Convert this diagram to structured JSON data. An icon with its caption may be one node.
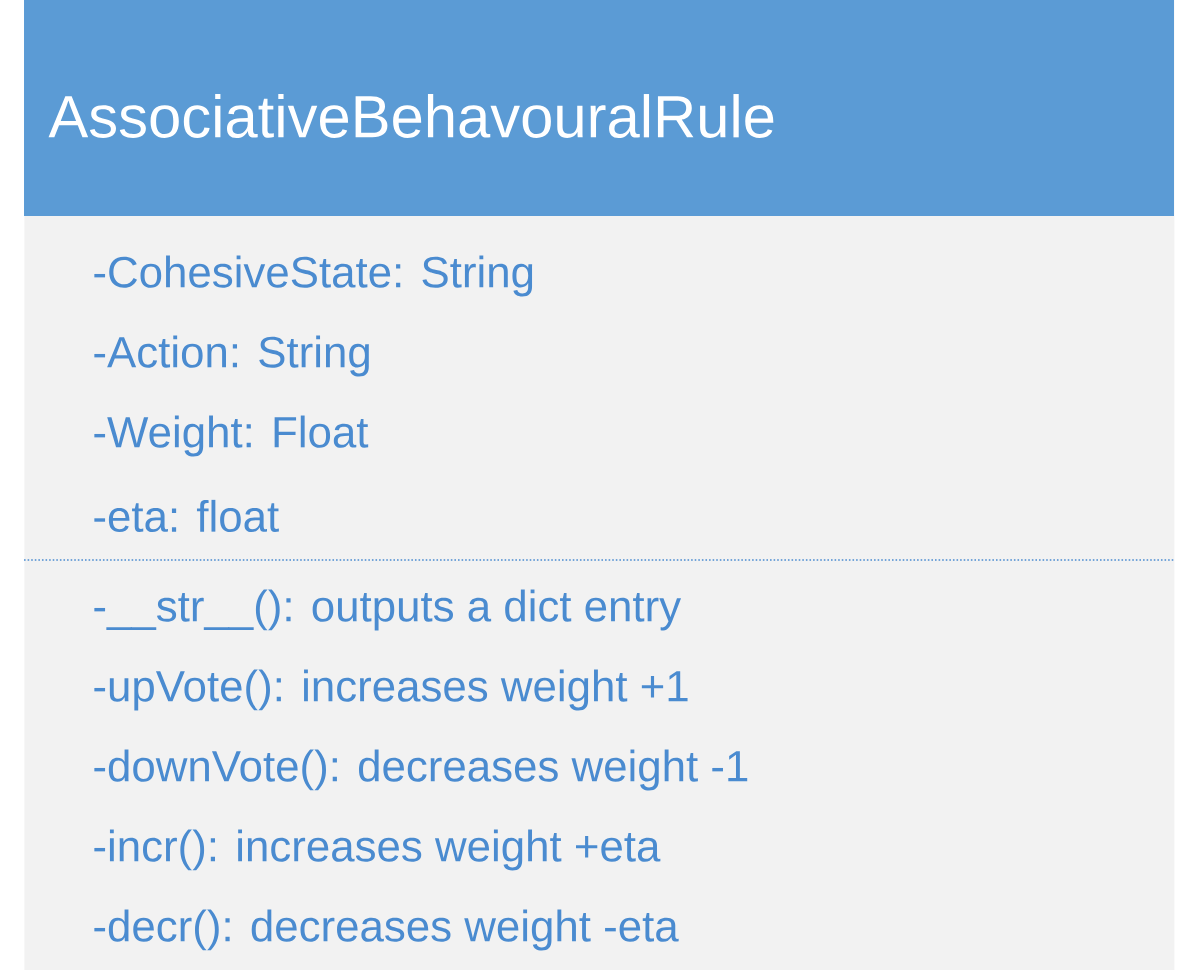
{
  "diagram": {
    "nodes": [
      {
        "text": [
          "AssociativeBehavouralRule",
          "-CohesiveState: String",
          "-Action: String",
          "-Weight: Float",
          "-eta: float",
          "-__str__(): outputs a dict entry",
          "-upVote(): increases weight +1",
          "-downVote(): decreases weight -1",
          "-incr(): increases weight +eta",
          "-decr(): decreases weight -eta"
        ]
      }
    ]
  }
}
